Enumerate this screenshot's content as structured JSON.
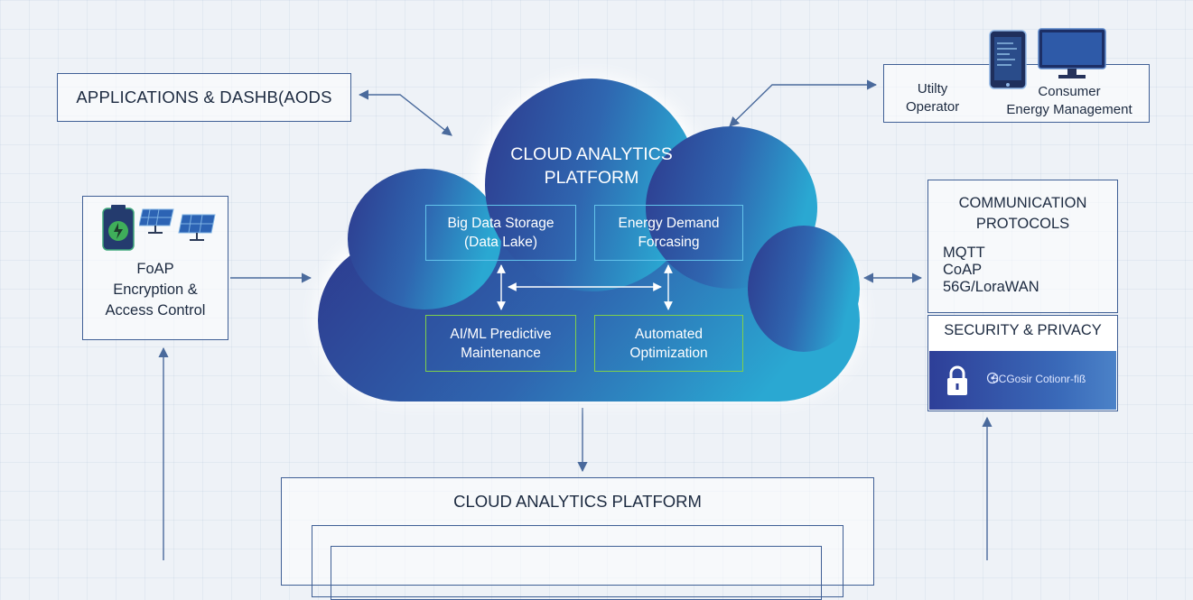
{
  "applications": {
    "label": "APPLICATIONS & DASHB(AODS"
  },
  "consumer_panel": {
    "utility_label": [
      "Utilty",
      "Operator"
    ],
    "consumer_label": [
      "Consumer",
      "Energy Management"
    ]
  },
  "cloud": {
    "title": [
      "CLOUD ANALYTICS",
      "PLATFORM"
    ],
    "modules": [
      {
        "lines": [
          "Big Data Storage",
          "(Data Lake)"
        ]
      },
      {
        "lines": [
          "Energy Demand",
          "Forcasing"
        ]
      },
      {
        "lines": [
          "AI/ML Predictive",
          "Maintenance"
        ]
      },
      {
        "lines": [
          "Automated",
          "Optimization"
        ]
      }
    ]
  },
  "edge_panel": {
    "lines": [
      "FoAP",
      "Encryption &",
      "Access Control"
    ]
  },
  "communication": {
    "title": [
      "COMMUNICATION",
      "PROTOCOLS"
    ],
    "protocols": [
      "MQTT",
      "CoAP",
      "56G/LoraWAN"
    ]
  },
  "security": {
    "title": "SECURITY & PRIVACY",
    "band_text": "5CGosir Cotionr-fiß"
  },
  "bottom_platform": {
    "title": "CLOUD ANALYTICS PLATFORM"
  },
  "colors": {
    "outline": "#3f5f95",
    "cloud_dark": "#2d3f92",
    "cloud_light": "#2ba2cf",
    "module_blue": "#63c3ea",
    "module_green": "#7fd04b",
    "arrow": "#4a6a9c"
  },
  "icons": [
    "tablet-icon",
    "monitor-icon",
    "battery-icon",
    "solar-panel-icon",
    "lock-icon",
    "shield-icon"
  ]
}
